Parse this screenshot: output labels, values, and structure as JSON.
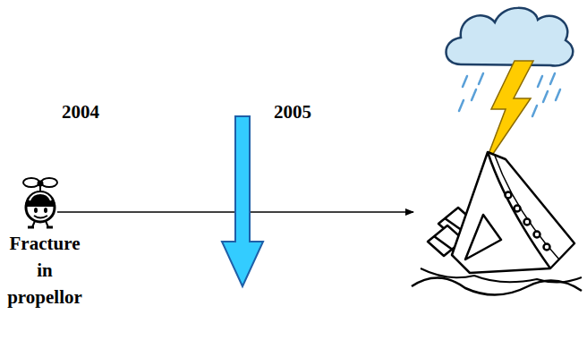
{
  "diagram": {
    "labels": [
      "2004",
      "2005",
      "Fracture in propellor"
    ]
  }
}
